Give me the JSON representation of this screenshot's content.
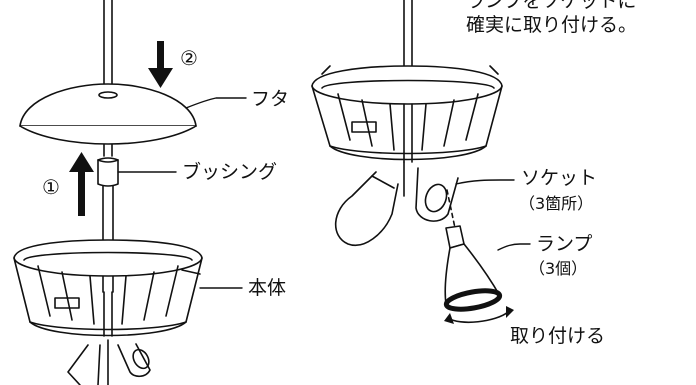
{
  "header": {
    "line1": "ランプをソケットに",
    "line2": "確実に取り付ける。"
  },
  "labels": {
    "futa": "フタ",
    "bushing": "ブッシング",
    "hontai": "本体",
    "socket": "ソケット",
    "socket_count": "（3箇所）",
    "lamp": "ランプ",
    "lamp_count": "（3個）",
    "attach": "取り付ける"
  },
  "steps": {
    "step1": "①",
    "step2": "②"
  }
}
